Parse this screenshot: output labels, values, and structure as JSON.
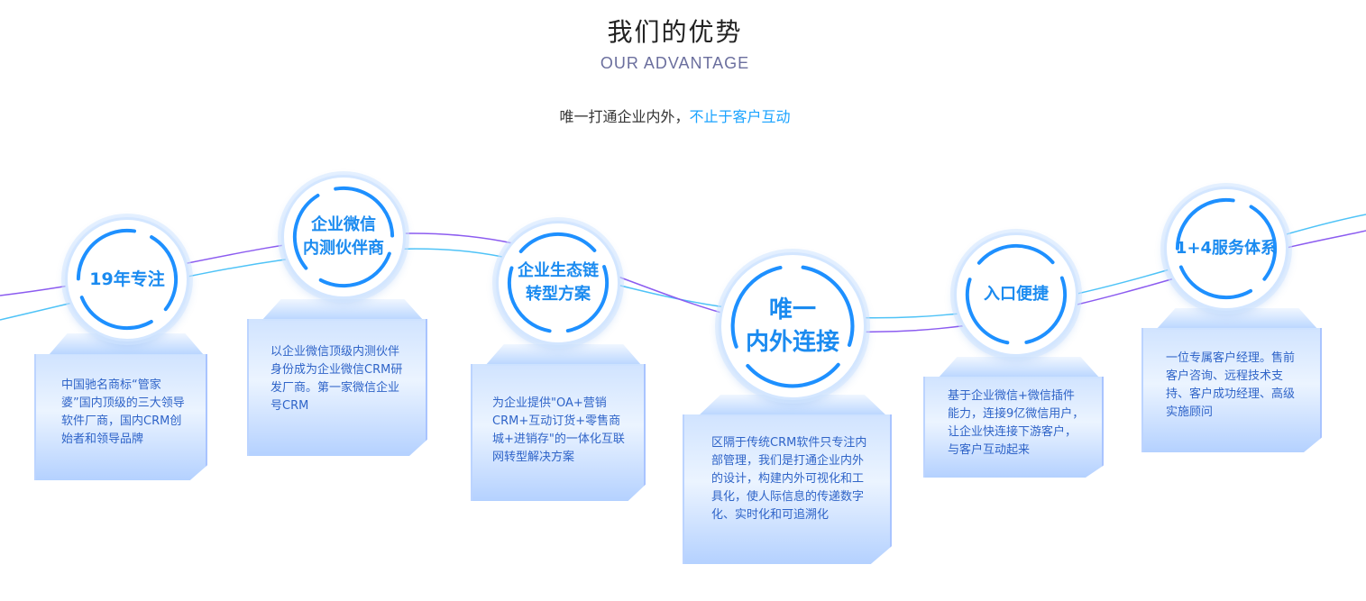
{
  "header": {
    "title": "我们的优势",
    "subtitle": "OUR ADVANTAGE",
    "slogan_main": "唯一打通企业内外，",
    "slogan_highlight": "不止于客户互动"
  },
  "colors": {
    "accent": "#1aa3ff",
    "circle_text": "#1b8bf0",
    "card_text": "#2f64c8",
    "curve_blue": "#4fc3f7",
    "curve_purple": "#8c5cf0"
  },
  "items": [
    {
      "title_lines": [
        "19年专注"
      ],
      "desc": "中国驰名商标“管家婆”国内顶级的三大领导软件厂商，国内CRM创始者和领导品牌"
    },
    {
      "title_lines": [
        "企业微信",
        "内测伙伴商"
      ],
      "desc": "以企业微信顶级内测伙伴身份成为企业微信CRM研发厂商。第一家微信企业号CRM"
    },
    {
      "title_lines": [
        "企业生态链",
        "转型方案"
      ],
      "desc": "为企业提供\"OA+营销CRM+互动订货+零售商城+进销存\"的一体化互联网转型解决方案"
    },
    {
      "title_lines": [
        "唯一",
        "内外连接"
      ],
      "desc": "区隔于传统CRM软件只专注内部管理，我们是打通企业内外的设计，构建内外可视化和工具化，使人际信息的传递数字化、实时化和可追溯化"
    },
    {
      "title_lines": [
        "入口便捷"
      ],
      "desc": "基于企业微信+微信插件能力，连接9亿微信用户，让企业快连接下游客户，与客户互动起来"
    },
    {
      "title_lines": [
        "1+4服务体系"
      ],
      "desc": "一位专属客户经理。售前客户咨询、远程技术支持、客户成功经理、高级实施顾问"
    }
  ]
}
